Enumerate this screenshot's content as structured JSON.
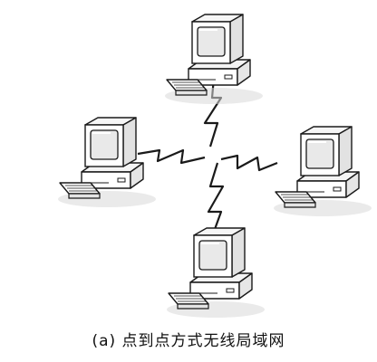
{
  "diagram": {
    "caption": "(a)  点到点方式无线局域网",
    "nodes": [
      {
        "name": "computer-top"
      },
      {
        "name": "computer-left"
      },
      {
        "name": "computer-right"
      },
      {
        "name": "computer-bottom"
      }
    ],
    "links": [
      {
        "name": "wireless-link-top"
      },
      {
        "name": "wireless-link-left"
      },
      {
        "name": "wireless-link-right"
      },
      {
        "name": "wireless-link-bottom"
      }
    ],
    "colors": {
      "stroke": "#1a1a1a",
      "screen_fill": "#e9e9e9",
      "case_fill": "#ffffff",
      "shadow": "#cfcfcf"
    }
  }
}
